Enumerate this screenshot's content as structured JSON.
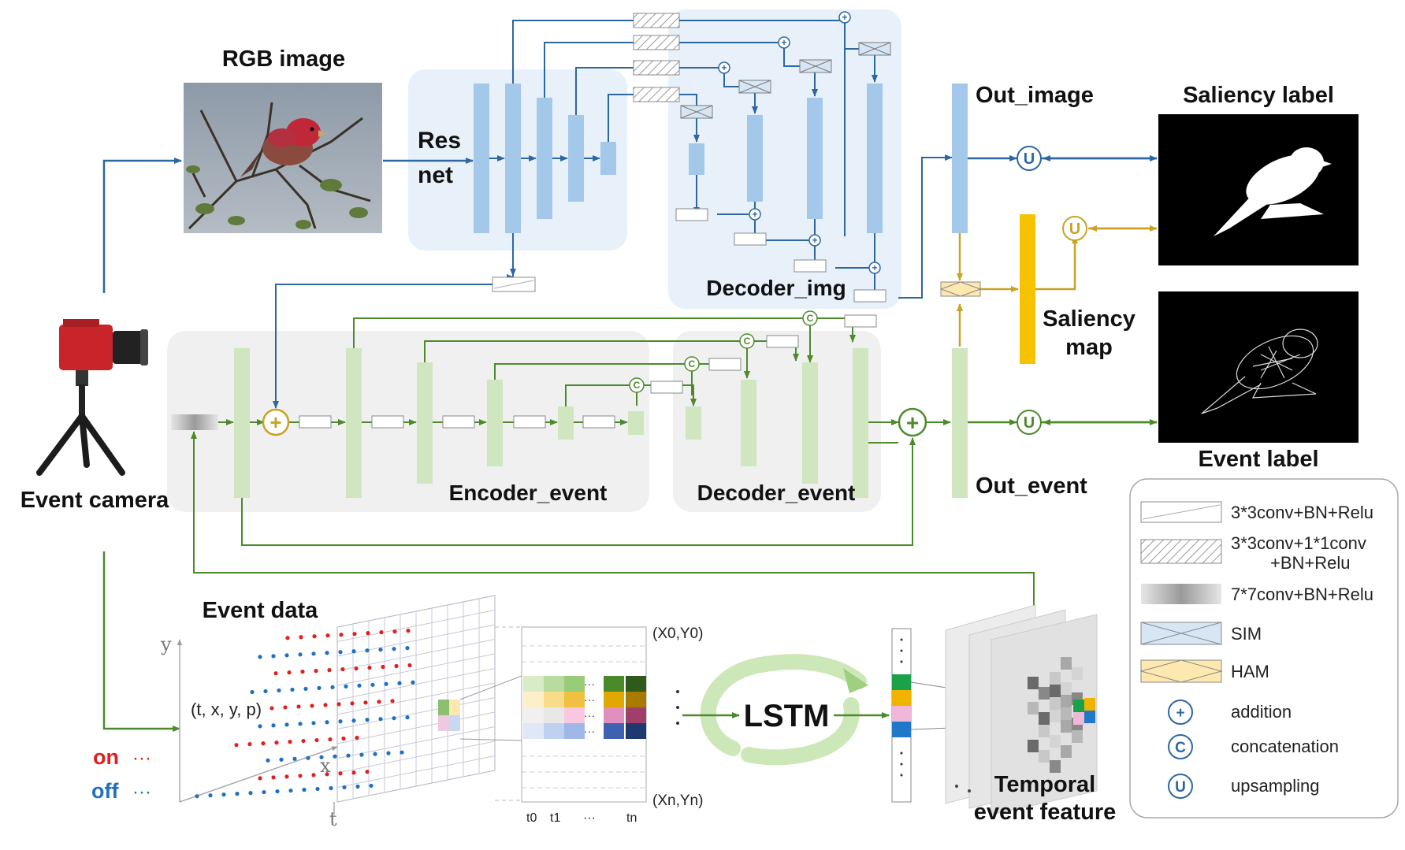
{
  "labels": {
    "rgb_image": "RGB image",
    "res_line1": "Res",
    "res_line2": "net",
    "decoder_img": "Decoder_img",
    "out_image": "Out_image",
    "saliency_label": "Saliency label",
    "saliency_map_line1": "Saliency",
    "saliency_map_line2": "map",
    "event_camera": "Event camera",
    "encoder_event": "Encoder_event",
    "decoder_event": "Decoder_event",
    "out_event": "Out_event",
    "event_label": "Event label",
    "event_data": "Event data",
    "tuple": "(t, x, y, p)",
    "on": "on",
    "off": "off",
    "lstm": "LSTM",
    "temporal_line1": "Temporal",
    "temporal_line2": "event feature",
    "x0y0": "(X0,Y0)",
    "xnyn": "(Xn,Yn)",
    "t0": "t0",
    "t1": "t1",
    "tn": "tn",
    "dots": "···",
    "axis_y": "y",
    "axis_x": "x",
    "axis_t": "t"
  },
  "legend": [
    {
      "symbol": "conv-box",
      "label": "3*3conv+BN+Relu"
    },
    {
      "symbol": "hatch-box",
      "label_line1": "3*3conv+1*1conv",
      "label_line2": "+BN+Relu"
    },
    {
      "symbol": "blur-box",
      "label": "7*7conv+BN+Relu"
    },
    {
      "symbol": "sim-box",
      "label": "SIM"
    },
    {
      "symbol": "ham-box",
      "label": "HAM"
    },
    {
      "symbol": "plus-circle",
      "glyph": "+",
      "label": "addition"
    },
    {
      "symbol": "c-circle",
      "glyph": "C",
      "label": "concatenation"
    },
    {
      "symbol": "u-circle",
      "glyph": "U",
      "label": "upsampling"
    }
  ],
  "ops": {
    "plus": "+",
    "concat": "C",
    "upsample": "U"
  },
  "colors": {
    "blue_path": "#2e67a0",
    "green_path": "#4c8a2c",
    "orange_path": "#c9a227",
    "blue_block": "#a4c8ea",
    "green_block": "#cfe6c0",
    "orange_block": "#f7c200",
    "red_dot": "#e02020",
    "blue_dot": "#2070c0"
  }
}
